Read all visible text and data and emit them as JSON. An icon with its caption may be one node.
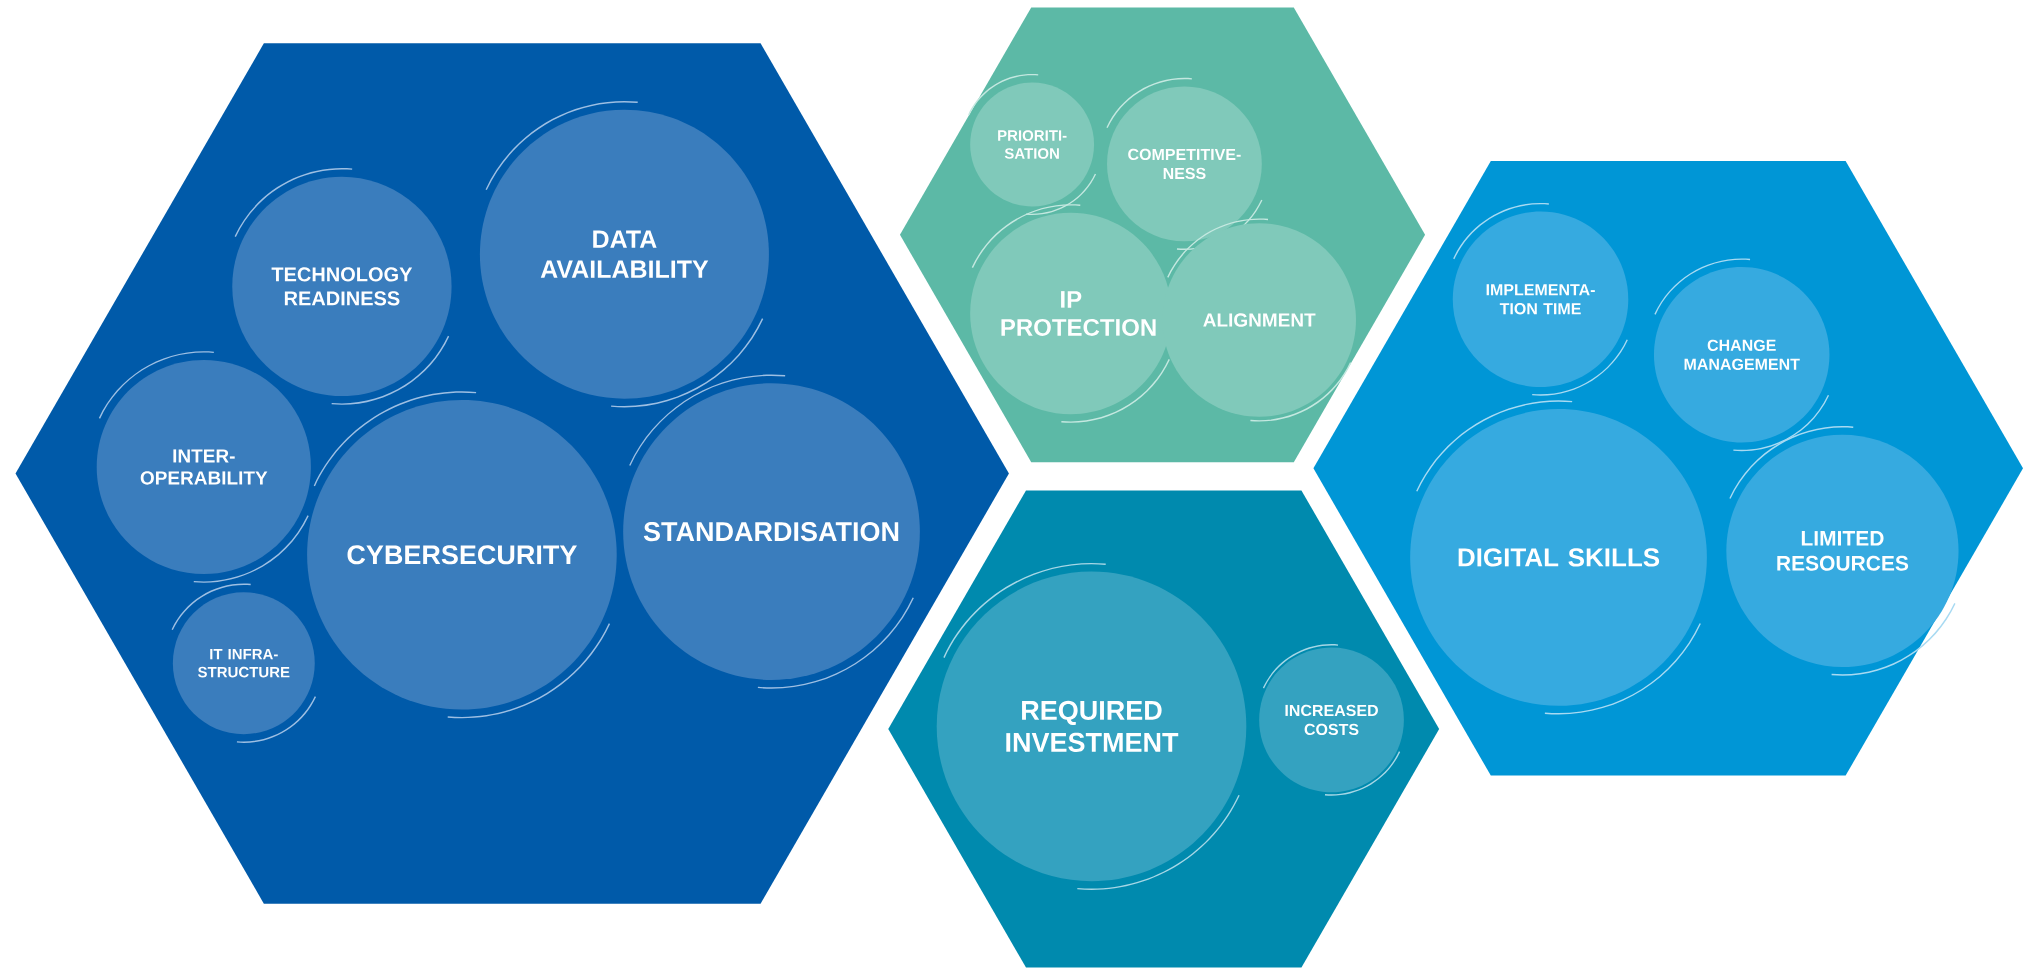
{
  "diagram": {
    "nodes": [
      {
        "text": [],
        "shape": "hexagon"
      },
      {
        "text": [
          "TECHNOLOGY READINESS"
        ],
        "in": 0
      },
      {
        "text": [
          "DATA AVAILABILITY"
        ],
        "in": 0
      },
      {
        "text": [
          "INTER- OPERABILITY"
        ],
        "in": 0
      },
      {
        "text": [
          "CYBERSECURITY"
        ],
        "in": 0
      },
      {
        "text": [
          "STANDARDISATION"
        ],
        "in": 0
      },
      {
        "text": [
          "IT INFRA- STRUCTURE"
        ],
        "in": 0
      },
      {
        "text": [],
        "shape": "hexagon"
      },
      {
        "text": [
          "PRIORITI- SATION"
        ],
        "in": 7
      },
      {
        "text": [
          "COMPETITIVE- NESS"
        ],
        "in": 7
      },
      {
        "text": [
          "IP PROTECTION"
        ],
        "in": 7
      },
      {
        "text": [
          "ALIGNMENT"
        ],
        "in": 7
      },
      {
        "text": [],
        "shape": "hexagon"
      },
      {
        "text": [
          "REQUIRED INVESTMENT"
        ],
        "in": 12
      },
      {
        "text": [
          "INCREASED COSTS"
        ],
        "in": 12
      },
      {
        "text": [],
        "shape": "hexagon"
      },
      {
        "text": [
          "IMPLEMENTA- TION TIME"
        ],
        "in": 15
      },
      {
        "text": [
          "CHANGE MANAGEMENT"
        ],
        "in": 15
      },
      {
        "text": [
          "DIGITAL SKILLS"
        ],
        "in": 15
      },
      {
        "text": [
          "LIMITED RESOURCES"
        ],
        "in": 15
      }
    ]
  }
}
